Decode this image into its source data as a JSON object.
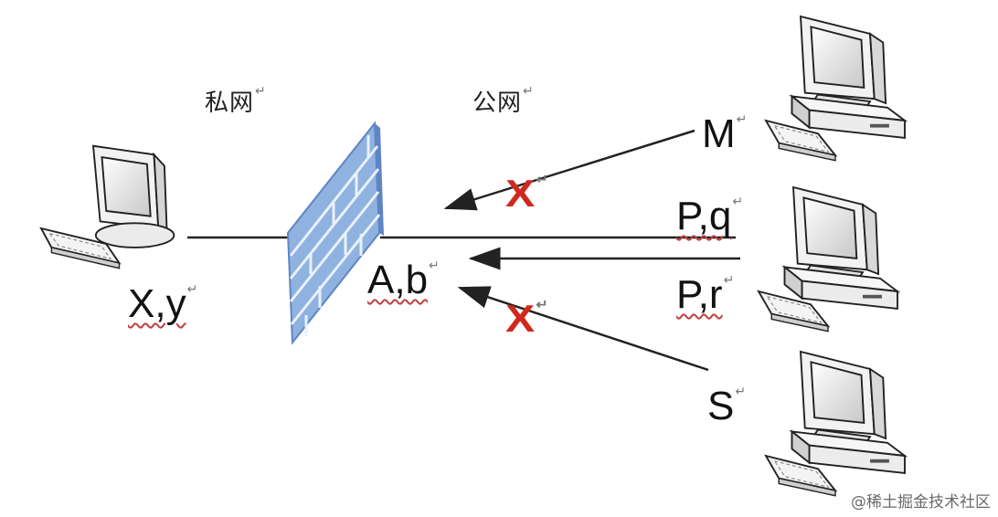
{
  "zones": {
    "private": "私网",
    "public": "公网"
  },
  "hosts": {
    "inside": "X,y",
    "firewall_addr": "A,b",
    "m": "M",
    "pq": "P,q",
    "pr": "P,r",
    "s": "S"
  },
  "blocked_mark": "X",
  "return_symbol": "↵",
  "watermark": "@稀土掘金技术社区",
  "colors": {
    "wall": "#8fb2e0",
    "wall_dark": "#5f85c4",
    "blocked": "#d0281c"
  }
}
